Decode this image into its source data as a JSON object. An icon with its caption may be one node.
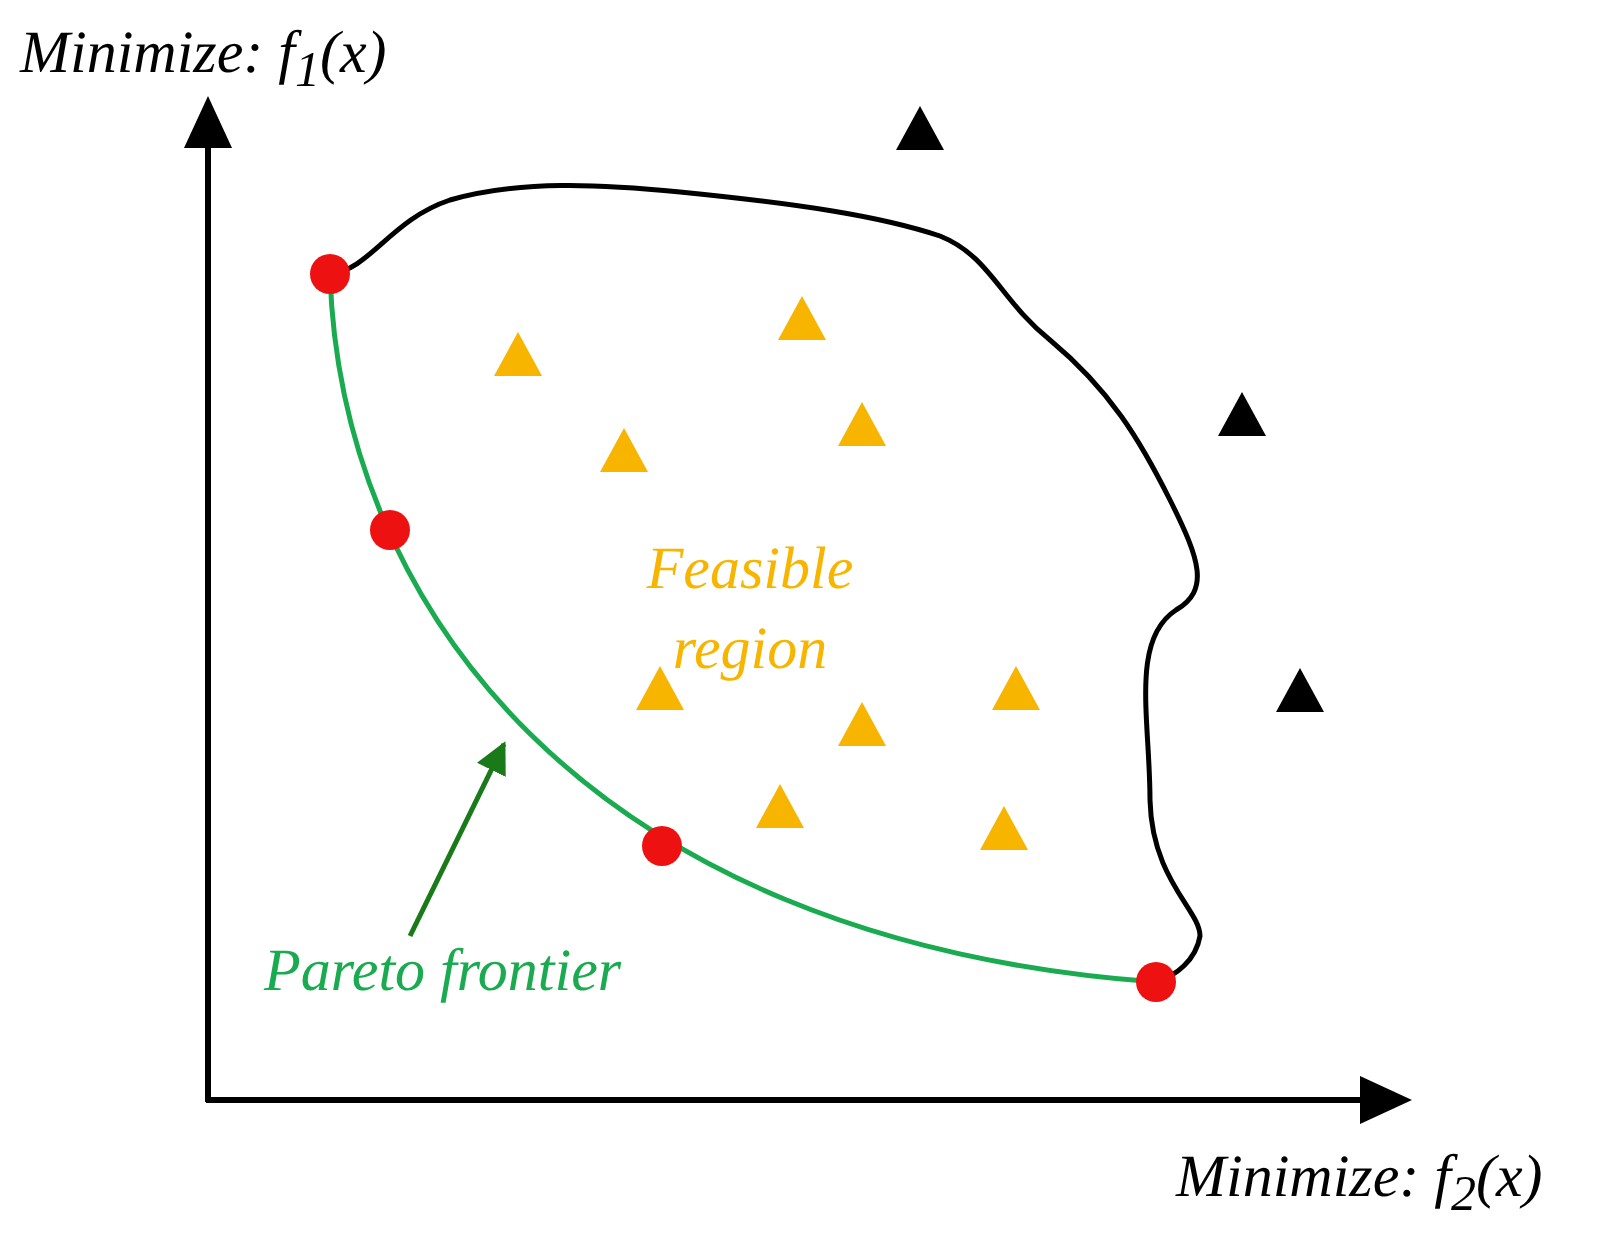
{
  "diagram": {
    "nodes": [
      {
        "text": [
          "Feasible region"
        ]
      },
      {
        "text": [
          "Pareto frontier"
        ]
      }
    ],
    "edges": [
      {
        "from": 1,
        "to": 0,
        "arrow": "to"
      }
    ],
    "labels": [
      "Minimize: f$_{1}$(x)",
      "Minimize: f$_{2}$(x)"
    ]
  }
}
